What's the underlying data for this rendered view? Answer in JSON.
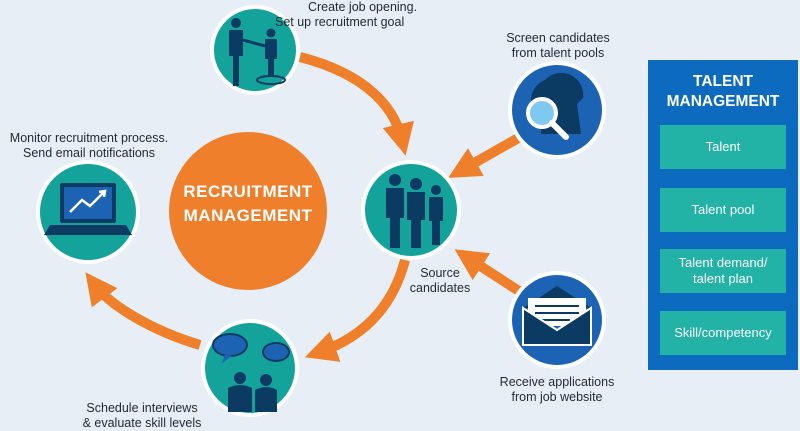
{
  "center": {
    "line1": "RECRUITMENT",
    "line2": "MANAGEMENT"
  },
  "steps": {
    "create_job": {
      "line1": "Create job opening.",
      "line2": "Set up recruitment goal"
    },
    "screen": {
      "line1": "Screen candidates",
      "line2": "from talent pools"
    },
    "source": {
      "line1": "Source",
      "line2": "candidates"
    },
    "receive": {
      "line1": "Receive applications",
      "line2": "from job website"
    },
    "schedule": {
      "line1": "Schedule interviews",
      "line2": "& evaluate skill levels"
    },
    "monitor": {
      "line1": "Monitor recruitment process.",
      "line2": "Send email notifications"
    }
  },
  "panel": {
    "title_line1": "TALENT",
    "title_line2": "MANAGEMENT",
    "items": [
      {
        "line1": "Talent",
        "line2": ""
      },
      {
        "line1": "Talent pool",
        "line2": ""
      },
      {
        "line1": "Talent demand/",
        "line2": "talent plan"
      },
      {
        "line1": "Skill/competency",
        "line2": ""
      }
    ]
  },
  "icons": {
    "create_job": "handshake-icon",
    "screen": "magnifier-person-icon",
    "source": "group-people-icon",
    "receive": "envelope-icon",
    "schedule": "chat-people-icon",
    "monitor": "laptop-chart-icon"
  },
  "colors": {
    "background": "#e8eef5",
    "teal_circle": "#14a39b",
    "blue_circle": "#1c63b3",
    "orange": "#f07f2b",
    "panel_blue": "#0d6bbf",
    "panel_item": "#22b3a6"
  }
}
